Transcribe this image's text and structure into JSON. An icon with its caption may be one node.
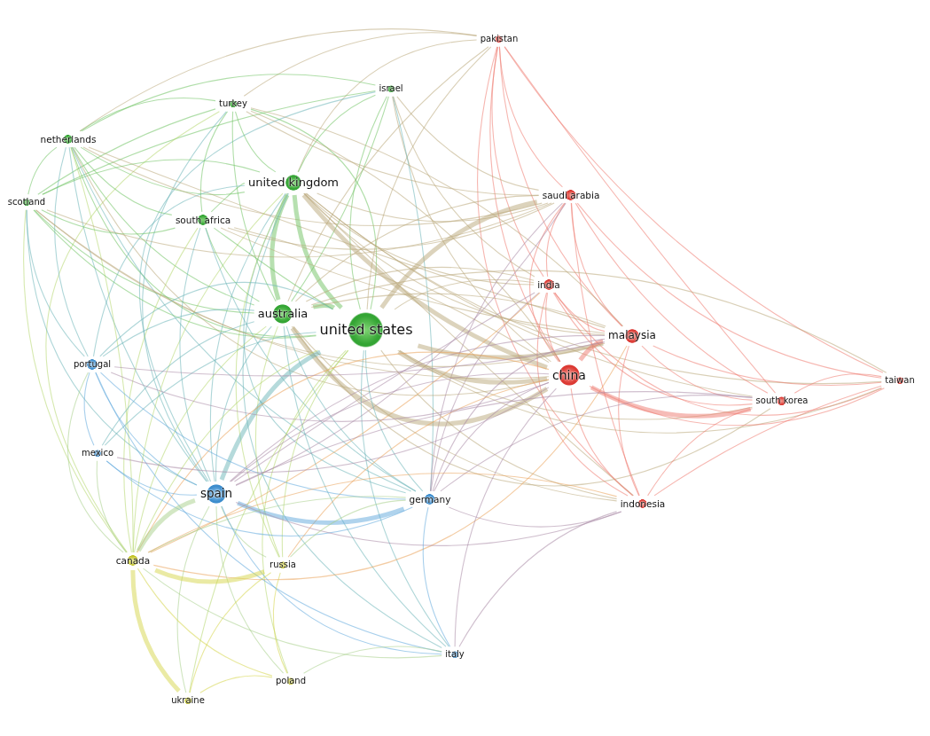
{
  "diagram": {
    "nodes": [
      {
        "text": [
          "pakistan"
        ]
      },
      {
        "text": [
          "israel"
        ]
      },
      {
        "text": [
          "turkey"
        ]
      },
      {
        "text": [
          "netherlands"
        ]
      },
      {
        "text": [
          "united kingdom"
        ]
      },
      {
        "text": [
          "scotland"
        ]
      },
      {
        "text": [
          "south africa"
        ]
      },
      {
        "text": [
          "saudi arabia"
        ]
      },
      {
        "text": [
          "india"
        ]
      },
      {
        "text": [
          "australia"
        ]
      },
      {
        "text": [
          "united states"
        ]
      },
      {
        "text": [
          "malaysia"
        ]
      },
      {
        "text": [
          "china"
        ]
      },
      {
        "text": [
          "portugal"
        ]
      },
      {
        "text": [
          "taiwan"
        ]
      },
      {
        "text": [
          "south korea"
        ]
      },
      {
        "text": [
          "mexico"
        ]
      },
      {
        "text": [
          "spain"
        ]
      },
      {
        "text": [
          "germany"
        ]
      },
      {
        "text": [
          "indonesia"
        ]
      },
      {
        "text": [
          "canada"
        ]
      },
      {
        "text": [
          "russia"
        ]
      },
      {
        "text": [
          "italy"
        ]
      },
      {
        "text": [
          "poland"
        ]
      },
      {
        "text": [
          "ukraine"
        ]
      }
    ],
    "edges": [
      {
        "from": 0,
        "to": 7,
        "arrow": "none",
        "color": "#ee7a6f"
      },
      {
        "from": 0,
        "to": 11,
        "arrow": "none",
        "color": "#ee7a6f"
      },
      {
        "from": 0,
        "to": 12,
        "arrow": "none",
        "color": "#ee7a6f"
      },
      {
        "from": 0,
        "to": 8,
        "arrow": "none",
        "color": "#ee7a6f"
      },
      {
        "from": 0,
        "to": 15,
        "arrow": "none",
        "color": "#ee7a6f"
      },
      {
        "from": 0,
        "to": 19,
        "arrow": "none",
        "color": "#ee7a6f"
      },
      {
        "from": 0,
        "to": 10,
        "arrow": "none"
      },
      {
        "from": 0,
        "to": 4,
        "arrow": "none"
      },
      {
        "from": 0,
        "to": 9,
        "arrow": "none"
      },
      {
        "from": 0,
        "to": 14,
        "arrow": "none",
        "color": "#ee7a6f"
      },
      {
        "from": 0,
        "to": 3,
        "arrow": "none"
      },
      {
        "from": 0,
        "to": 2,
        "arrow": "none"
      },
      {
        "from": 1,
        "to": 10,
        "arrow": "none",
        "color": "#6fc262"
      },
      {
        "from": 1,
        "to": 4,
        "arrow": "none",
        "color": "#6fc262"
      },
      {
        "from": 1,
        "to": 9,
        "arrow": "none",
        "color": "#6fc262"
      },
      {
        "from": 1,
        "to": 12,
        "arrow": "none"
      },
      {
        "from": 1,
        "to": 3,
        "arrow": "none",
        "color": "#6fc262"
      },
      {
        "from": 1,
        "to": 5,
        "arrow": "none",
        "color": "#6fc262"
      },
      {
        "from": 1,
        "to": 7,
        "arrow": "none"
      },
      {
        "from": 1,
        "to": 18,
        "arrow": "none",
        "color": "#6bb5b8"
      },
      {
        "from": 1,
        "to": 17,
        "arrow": "none",
        "color": "#6bb5b8"
      },
      {
        "from": 1,
        "to": 8,
        "arrow": "none"
      },
      {
        "from": 2,
        "to": 3,
        "arrow": "none",
        "color": "#6fc262"
      },
      {
        "from": 2,
        "to": 4,
        "arrow": "none",
        "color": "#6fc262"
      },
      {
        "from": 2,
        "to": 9,
        "arrow": "none",
        "color": "#6fc262"
      },
      {
        "from": 2,
        "to": 10,
        "arrow": "none",
        "color": "#6fc262"
      },
      {
        "from": 2,
        "to": 6,
        "arrow": "none",
        "color": "#6fc262"
      },
      {
        "from": 2,
        "to": 5,
        "arrow": "none",
        "color": "#6fc262"
      },
      {
        "from": 2,
        "to": 12,
        "arrow": "none"
      },
      {
        "from": 2,
        "to": 11,
        "arrow": "none"
      },
      {
        "from": 2,
        "to": 7,
        "arrow": "none"
      },
      {
        "from": 2,
        "to": 17,
        "arrow": "none",
        "color": "#6bb5b8"
      },
      {
        "from": 2,
        "to": 20,
        "arrow": "none",
        "color": "#b5d76e"
      },
      {
        "from": 3,
        "to": 5,
        "arrow": "none",
        "color": "#6fc262"
      },
      {
        "from": 3,
        "to": 4,
        "arrow": "none",
        "color": "#6fc262"
      },
      {
        "from": 3,
        "to": 9,
        "arrow": "none",
        "color": "#6fc262"
      },
      {
        "from": 3,
        "to": 10,
        "arrow": "none",
        "color": "#6fc262"
      },
      {
        "from": 3,
        "to": 6,
        "arrow": "none",
        "color": "#6fc262"
      },
      {
        "from": 3,
        "to": 12,
        "arrow": "none"
      },
      {
        "from": 3,
        "to": 11,
        "arrow": "none"
      },
      {
        "from": 3,
        "to": 7,
        "arrow": "none"
      },
      {
        "from": 3,
        "to": 17,
        "arrow": "none",
        "color": "#6bb5b8"
      },
      {
        "from": 3,
        "to": 13,
        "arrow": "none",
        "color": "#6bb5b8"
      },
      {
        "from": 3,
        "to": 20,
        "arrow": "none",
        "color": "#b5d76e"
      },
      {
        "from": 3,
        "to": 18,
        "arrow": "none",
        "color": "#6bb5b8"
      },
      {
        "from": 4,
        "to": 10,
        "arrow": "none",
        "style": "thick",
        "color": "#6fc262"
      },
      {
        "from": 4,
        "to": 9,
        "arrow": "none",
        "style": "thick",
        "color": "#6fc262"
      },
      {
        "from": 4,
        "to": 6,
        "arrow": "none",
        "color": "#6fc262"
      },
      {
        "from": 4,
        "to": 5,
        "arrow": "none",
        "color": "#6fc262"
      },
      {
        "from": 4,
        "to": 12,
        "arrow": "none",
        "style": "thick"
      },
      {
        "from": 4,
        "to": 11,
        "arrow": "none"
      },
      {
        "from": 4,
        "to": 7,
        "arrow": "none"
      },
      {
        "from": 4,
        "to": 8,
        "arrow": "none"
      },
      {
        "from": 4,
        "to": 17,
        "arrow": "none",
        "color": "#6bb5b8"
      },
      {
        "from": 4,
        "to": 18,
        "arrow": "none",
        "color": "#6bb5b8"
      },
      {
        "from": 4,
        "to": 20,
        "arrow": "none",
        "color": "#b5d76e"
      },
      {
        "from": 4,
        "to": 13,
        "arrow": "none",
        "color": "#6bb5b8"
      },
      {
        "from": 4,
        "to": 15,
        "arrow": "none"
      },
      {
        "from": 4,
        "to": 19,
        "arrow": "none"
      },
      {
        "from": 4,
        "to": 21,
        "arrow": "none",
        "color": "#b5d76e"
      },
      {
        "from": 4,
        "to": 22,
        "arrow": "none",
        "color": "#6bb5b8"
      },
      {
        "from": 4,
        "to": 14,
        "arrow": "none"
      },
      {
        "from": 5,
        "to": 9,
        "arrow": "none",
        "color": "#6fc262"
      },
      {
        "from": 5,
        "to": 10,
        "arrow": "none",
        "color": "#6fc262"
      },
      {
        "from": 5,
        "to": 6,
        "arrow": "none",
        "color": "#6fc262"
      },
      {
        "from": 5,
        "to": 12,
        "arrow": "none"
      },
      {
        "from": 5,
        "to": 11,
        "arrow": "none"
      },
      {
        "from": 5,
        "to": 7,
        "arrow": "none"
      },
      {
        "from": 5,
        "to": 17,
        "arrow": "none",
        "color": "#6bb5b8"
      },
      {
        "from": 5,
        "to": 13,
        "arrow": "none",
        "color": "#6bb5b8"
      },
      {
        "from": 5,
        "to": 20,
        "arrow": "none",
        "color": "#b5d76e"
      },
      {
        "from": 6,
        "to": 9,
        "arrow": "none",
        "color": "#6fc262"
      },
      {
        "from": 6,
        "to": 10,
        "arrow": "none",
        "color": "#6fc262"
      },
      {
        "from": 6,
        "to": 12,
        "arrow": "none"
      },
      {
        "from": 6,
        "to": 11,
        "arrow": "none"
      },
      {
        "from": 6,
        "to": 17,
        "arrow": "none",
        "color": "#6bb5b8"
      },
      {
        "from": 6,
        "to": 20,
        "arrow": "none",
        "color": "#b5d76e"
      },
      {
        "from": 6,
        "to": 7,
        "arrow": "none"
      },
      {
        "from": 6,
        "to": 18,
        "arrow": "none",
        "color": "#6bb5b8"
      },
      {
        "from": 7,
        "to": 11,
        "arrow": "none",
        "color": "#ee7a6f"
      },
      {
        "from": 7,
        "to": 12,
        "arrow": "none",
        "color": "#ee7a6f"
      },
      {
        "from": 7,
        "to": 8,
        "arrow": "none",
        "color": "#ee7a6f"
      },
      {
        "from": 7,
        "to": 10,
        "arrow": "none",
        "style": "thick"
      },
      {
        "from": 7,
        "to": 9,
        "arrow": "none"
      },
      {
        "from": 7,
        "to": 15,
        "arrow": "none",
        "color": "#ee7a6f"
      },
      {
        "from": 7,
        "to": 19,
        "arrow": "none",
        "color": "#ee7a6f"
      },
      {
        "from": 7,
        "to": 14,
        "arrow": "none",
        "color": "#ee7a6f"
      },
      {
        "from": 7,
        "to": 17,
        "arrow": "none",
        "color": "#a98aa6"
      },
      {
        "from": 7,
        "to": 18,
        "arrow": "none",
        "color": "#a98aa6"
      },
      {
        "from": 8,
        "to": 11,
        "arrow": "none",
        "color": "#ee7a6f"
      },
      {
        "from": 8,
        "to": 12,
        "arrow": "none",
        "color": "#ee7a6f"
      },
      {
        "from": 8,
        "to": 10,
        "arrow": "none"
      },
      {
        "from": 8,
        "to": 9,
        "arrow": "none"
      },
      {
        "from": 8,
        "to": 15,
        "arrow": "none",
        "color": "#ee7a6f"
      },
      {
        "from": 8,
        "to": 19,
        "arrow": "none",
        "color": "#ee7a6f"
      },
      {
        "from": 8,
        "to": 14,
        "arrow": "none",
        "color": "#ee7a6f"
      },
      {
        "from": 8,
        "to": 17,
        "arrow": "none",
        "color": "#a98aa6"
      },
      {
        "from": 8,
        "to": 18,
        "arrow": "none",
        "color": "#a98aa6"
      },
      {
        "from": 8,
        "to": 20,
        "arrow": "none",
        "color": "#e9a25a"
      },
      {
        "from": 9,
        "to": 10,
        "arrow": "none",
        "style": "thick",
        "color": "#6fc262"
      },
      {
        "from": 9,
        "to": 12,
        "arrow": "none",
        "style": "thick"
      },
      {
        "from": 9,
        "to": 11,
        "arrow": "none"
      },
      {
        "from": 9,
        "to": 17,
        "arrow": "none",
        "color": "#6bb5b8"
      },
      {
        "from": 9,
        "to": 20,
        "arrow": "none",
        "color": "#b5d76e"
      },
      {
        "from": 9,
        "to": 18,
        "arrow": "none",
        "color": "#6bb5b8"
      },
      {
        "from": 9,
        "to": 13,
        "arrow": "none",
        "color": "#6bb5b8"
      },
      {
        "from": 9,
        "to": 16,
        "arrow": "none",
        "color": "#6bb5b8"
      },
      {
        "from": 9,
        "to": 15,
        "arrow": "none"
      },
      {
        "from": 9,
        "to": 19,
        "arrow": "none"
      },
      {
        "from": 9,
        "to": 21,
        "arrow": "none",
        "color": "#b5d76e"
      },
      {
        "from": 9,
        "to": 22,
        "arrow": "none",
        "color": "#6bb5b8"
      },
      {
        "from": 9,
        "to": 14,
        "arrow": "none"
      },
      {
        "from": 10,
        "to": 12,
        "arrow": "none",
        "style": "thick"
      },
      {
        "from": 10,
        "to": 11,
        "arrow": "none",
        "style": "thick"
      },
      {
        "from": 10,
        "to": 17,
        "arrow": "none",
        "style": "thick",
        "color": "#6bb5b8"
      },
      {
        "from": 10,
        "to": 18,
        "arrow": "none",
        "color": "#6bb5b8"
      },
      {
        "from": 10,
        "to": 20,
        "arrow": "none",
        "color": "#b5d76e"
      },
      {
        "from": 10,
        "to": 13,
        "arrow": "none",
        "color": "#6bb5b8"
      },
      {
        "from": 10,
        "to": 15,
        "arrow": "none"
      },
      {
        "from": 10,
        "to": 19,
        "arrow": "none"
      },
      {
        "from": 10,
        "to": 14,
        "arrow": "none"
      },
      {
        "from": 10,
        "to": 21,
        "arrow": "none",
        "color": "#b5d76e"
      },
      {
        "from": 10,
        "to": 22,
        "arrow": "none",
        "color": "#6bb5b8"
      },
      {
        "from": 10,
        "to": 16,
        "arrow": "none",
        "color": "#6bb5b8"
      },
      {
        "from": 10,
        "to": 23,
        "arrow": "none",
        "color": "#b5d76e"
      },
      {
        "from": 10,
        "to": 24,
        "arrow": "none",
        "color": "#b5d76e"
      },
      {
        "from": 11,
        "to": 12,
        "arrow": "none",
        "style": "thick",
        "color": "#ee7a6f"
      },
      {
        "from": 11,
        "to": 15,
        "arrow": "none",
        "color": "#ee7a6f"
      },
      {
        "from": 11,
        "to": 19,
        "arrow": "none",
        "color": "#ee7a6f"
      },
      {
        "from": 11,
        "to": 14,
        "arrow": "none",
        "color": "#ee7a6f"
      },
      {
        "from": 11,
        "to": 17,
        "arrow": "none",
        "color": "#a98aa6"
      },
      {
        "from": 11,
        "to": 18,
        "arrow": "none",
        "color": "#a98aa6"
      },
      {
        "from": 11,
        "to": 20,
        "arrow": "none",
        "color": "#e9a25a"
      },
      {
        "from": 12,
        "to": 15,
        "arrow": "none",
        "style": "thick",
        "color": "#ee7a6f"
      },
      {
        "from": 12,
        "to": 14,
        "arrow": "none",
        "color": "#ee7a6f"
      },
      {
        "from": 12,
        "to": 19,
        "arrow": "none",
        "color": "#ee7a6f"
      },
      {
        "from": 12,
        "to": 17,
        "arrow": "none",
        "color": "#a98aa6"
      },
      {
        "from": 12,
        "to": 18,
        "arrow": "none",
        "color": "#a98aa6"
      },
      {
        "from": 12,
        "to": 20,
        "arrow": "none",
        "color": "#e9a25a"
      },
      {
        "from": 12,
        "to": 21,
        "arrow": "none",
        "color": "#e9a25a"
      },
      {
        "from": 12,
        "to": 22,
        "arrow": "none",
        "color": "#a98aa6"
      },
      {
        "from": 13,
        "to": 17,
        "arrow": "none",
        "color": "#5fa8dc"
      },
      {
        "from": 13,
        "to": 16,
        "arrow": "none",
        "color": "#5fa8dc"
      },
      {
        "from": 13,
        "to": 18,
        "arrow": "none",
        "color": "#5fa8dc"
      },
      {
        "from": 13,
        "to": 20,
        "arrow": "none",
        "color": "#a8cf8a"
      },
      {
        "from": 13,
        "to": 12,
        "arrow": "none",
        "color": "#a98aa6"
      },
      {
        "from": 13,
        "to": 11,
        "arrow": "none",
        "color": "#a98aa6"
      },
      {
        "from": 13,
        "to": 22,
        "arrow": "none",
        "color": "#5fa8dc"
      },
      {
        "from": 14,
        "to": 15,
        "arrow": "none",
        "color": "#ee7a6f"
      },
      {
        "from": 14,
        "to": 19,
        "arrow": "none",
        "color": "#ee7a6f"
      },
      {
        "from": 15,
        "to": 19,
        "arrow": "none",
        "color": "#ee7a6f"
      },
      {
        "from": 15,
        "to": 17,
        "arrow": "none",
        "color": "#a98aa6"
      },
      {
        "from": 15,
        "to": 18,
        "arrow": "none",
        "color": "#a98aa6"
      },
      {
        "from": 16,
        "to": 17,
        "arrow": "none",
        "color": "#5fa8dc"
      },
      {
        "from": 16,
        "to": 18,
        "arrow": "none",
        "color": "#5fa8dc"
      },
      {
        "from": 16,
        "to": 20,
        "arrow": "none",
        "color": "#a8cf8a"
      },
      {
        "from": 16,
        "to": 12,
        "arrow": "none",
        "color": "#a98aa6"
      },
      {
        "from": 17,
        "to": 18,
        "arrow": "none",
        "style": "thick",
        "color": "#5fa8dc"
      },
      {
        "from": 17,
        "to": 20,
        "arrow": "none",
        "style": "thick",
        "color": "#a8cf8a"
      },
      {
        "from": 17,
        "to": 21,
        "arrow": "none",
        "color": "#a8cf8a"
      },
      {
        "from": 17,
        "to": 22,
        "arrow": "none",
        "color": "#5fa8dc"
      },
      {
        "from": 17,
        "to": 19,
        "arrow": "none",
        "color": "#a98aa6"
      },
      {
        "from": 17,
        "to": 23,
        "arrow": "none",
        "color": "#a8cf8a"
      },
      {
        "from": 17,
        "to": 24,
        "arrow": "none",
        "color": "#a8cf8a"
      },
      {
        "from": 18,
        "to": 22,
        "arrow": "none",
        "color": "#5fa8dc"
      },
      {
        "from": 18,
        "to": 20,
        "arrow": "none",
        "color": "#a8cf8a"
      },
      {
        "from": 18,
        "to": 19,
        "arrow": "none",
        "color": "#a98aa6"
      },
      {
        "from": 18,
        "to": 21,
        "arrow": "none",
        "color": "#a8cf8a"
      },
      {
        "from": 19,
        "to": 20,
        "arrow": "none",
        "color": "#e9a25a"
      },
      {
        "from": 19,
        "to": 22,
        "arrow": "none",
        "color": "#a98aa6"
      },
      {
        "from": 20,
        "to": 21,
        "arrow": "none",
        "style": "thick",
        "color": "#d6d64a"
      },
      {
        "from": 20,
        "to": 24,
        "arrow": "none",
        "style": "thick",
        "color": "#d6d64a"
      },
      {
        "from": 20,
        "to": 23,
        "arrow": "none",
        "color": "#d6d64a"
      },
      {
        "from": 20,
        "to": 22,
        "arrow": "none",
        "color": "#a8cf8a"
      },
      {
        "from": 21,
        "to": 23,
        "arrow": "none",
        "color": "#d6d64a"
      },
      {
        "from": 21,
        "to": 24,
        "arrow": "none",
        "color": "#d6d64a"
      },
      {
        "from": 22,
        "to": 23,
        "arrow": "none",
        "color": "#a8cf8a"
      },
      {
        "from": 23,
        "to": 24,
        "arrow": "none",
        "color": "#d6d64a"
      }
    ]
  }
}
